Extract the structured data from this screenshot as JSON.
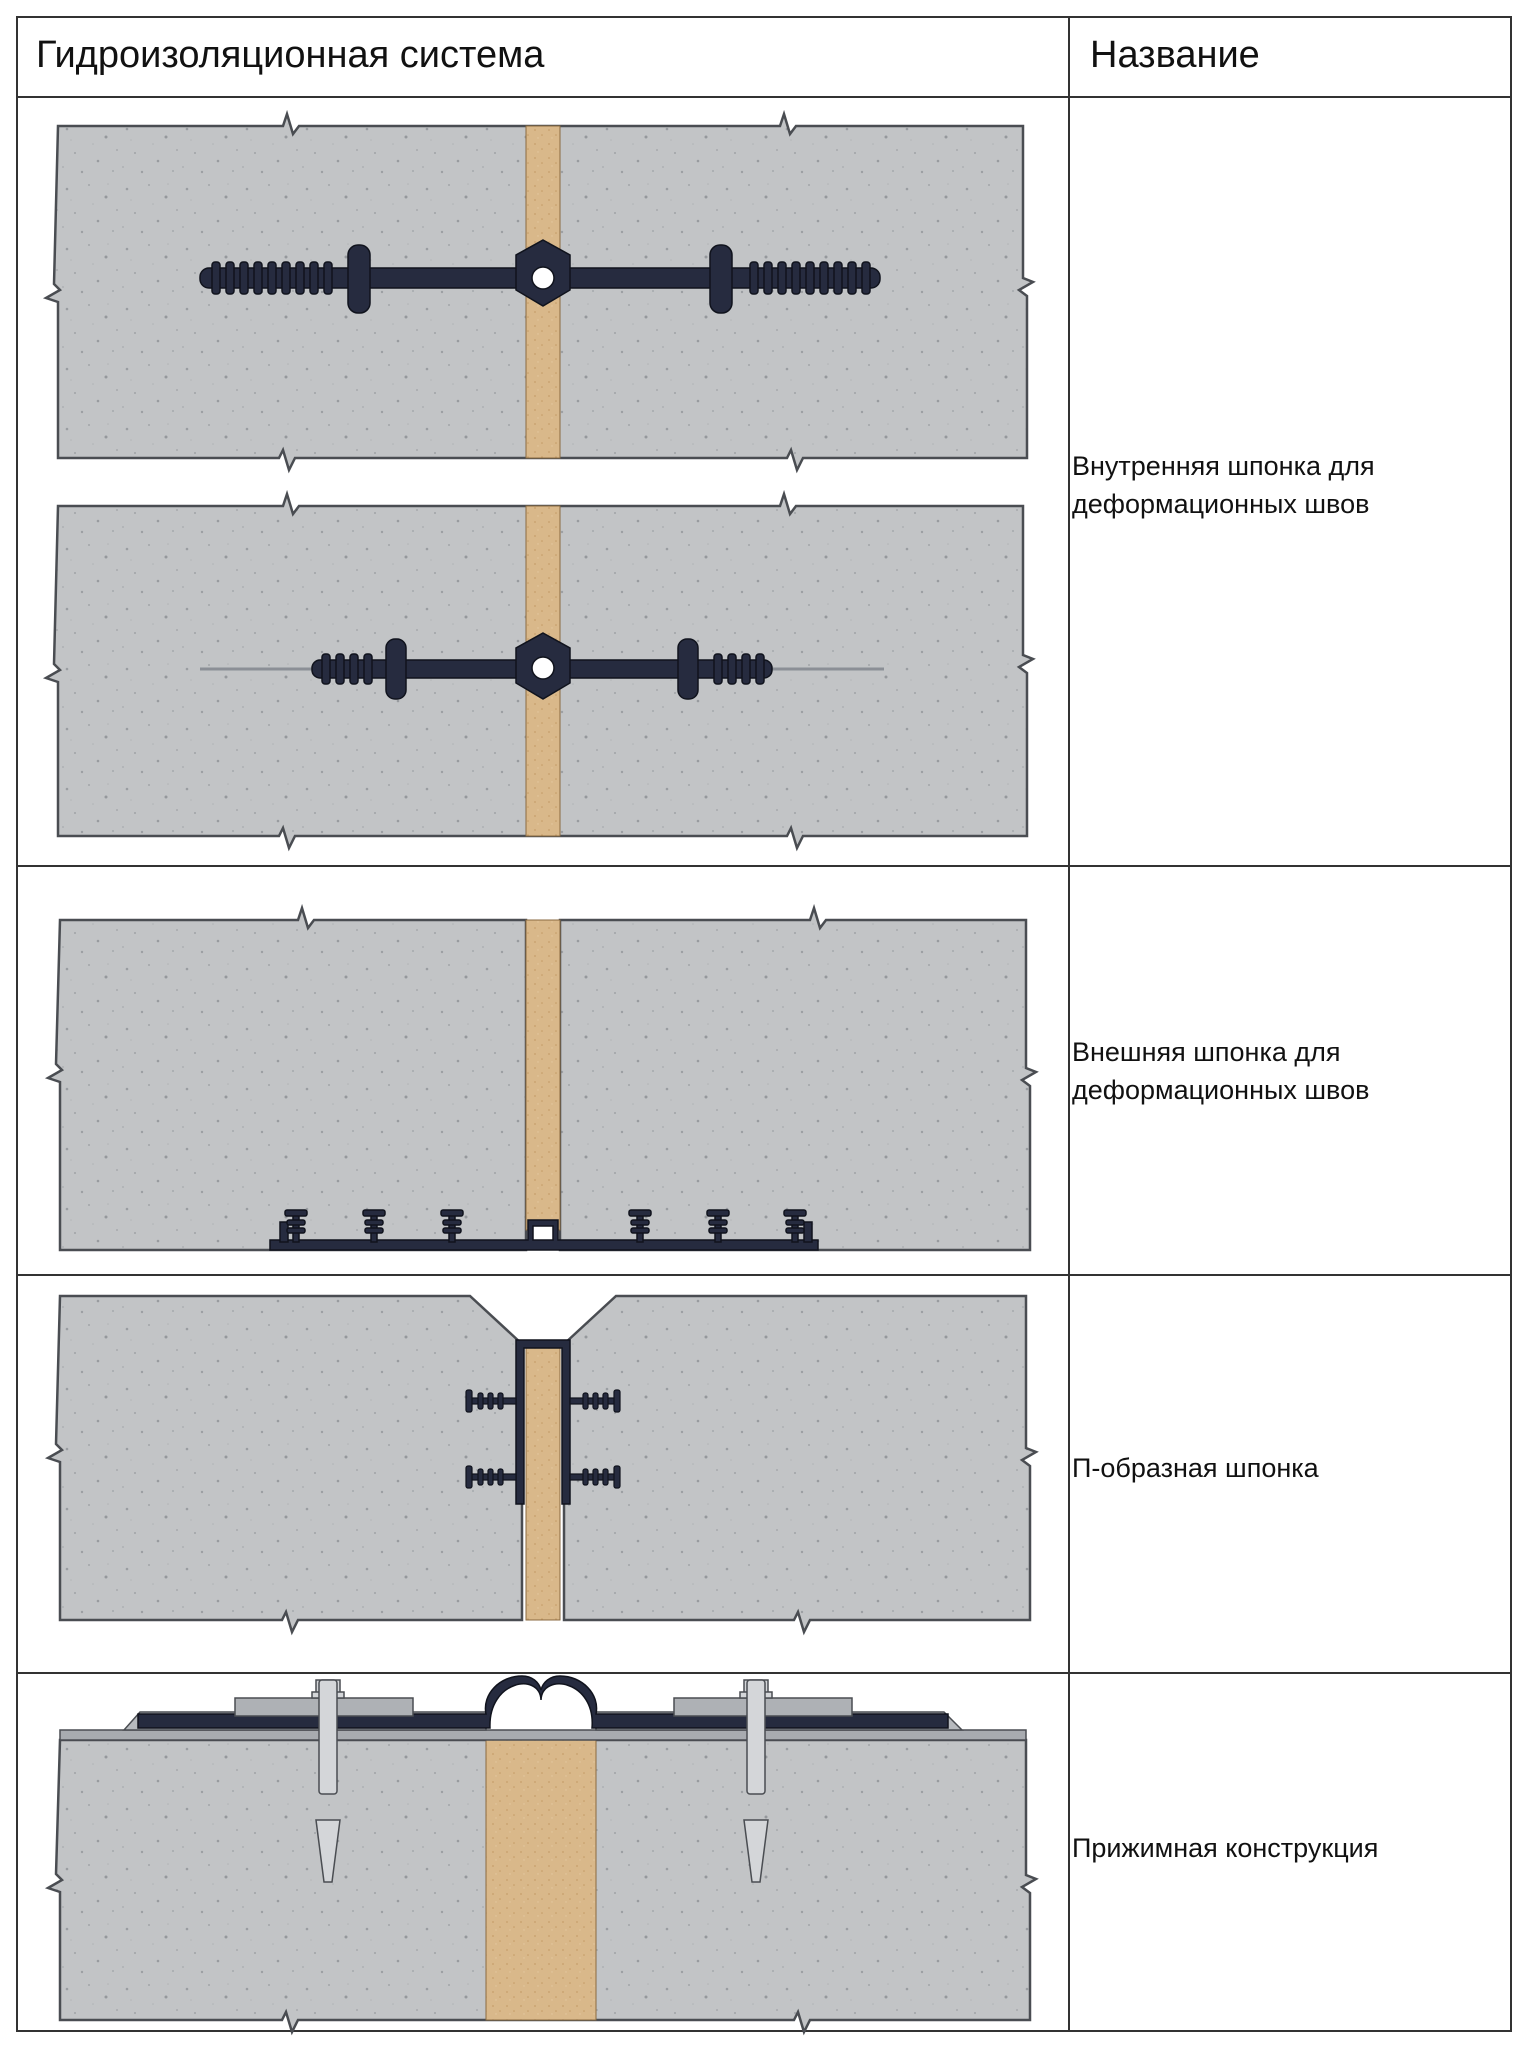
{
  "header": {
    "col1": "Гидроизоляционная система",
    "col2": "Название"
  },
  "rows": [
    {
      "name": "Внутренняя шпонка для\nдеформационных швов"
    },
    {
      "name": "Внешняя шпонка для\nдеформационных швов"
    },
    {
      "name": "П-образная шпонка"
    },
    {
      "name": "Прижимная конструкция"
    }
  ],
  "colors": {
    "concrete": "#c2c4c6",
    "concrete_edge": "#4a4d52",
    "filler": "#d9b88a",
    "rubber": "#262b3f",
    "steel": "#c9ccd0",
    "grid": "#333333"
  }
}
